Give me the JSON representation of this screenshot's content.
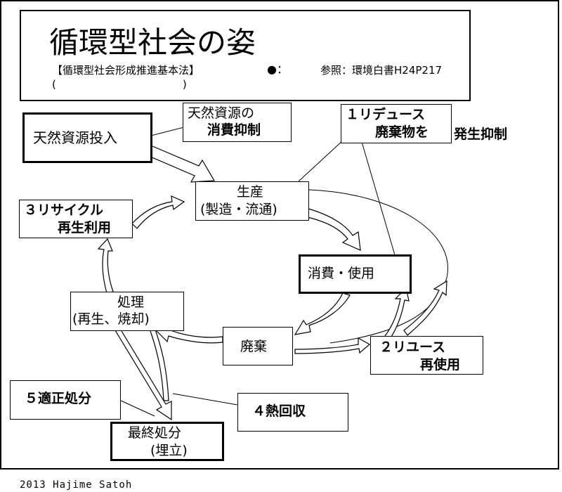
{
  "title": {
    "heading": "循環型社会の姿",
    "law": "【循環型社会形成推進基本法】",
    "bullet": "●：",
    "reference": "参照：環境白書H24P217",
    "paren": "(　　　　　　　　　　　　)"
  },
  "nodes": {
    "input": "天然資源投入",
    "resource_use_1": "天然資源の",
    "resource_use_2": "消費抑制",
    "reduce_1": "１リデュース",
    "reduce_2": "廃棄物を",
    "reduce_3": "発生抑制",
    "production_1": "生産",
    "production_2": "(製造・流通)",
    "recycle_1": "３リサイクル",
    "recycle_2": "再生利用",
    "consume": "消費・使用",
    "treatment_1": "処理",
    "treatment_2": "(再生、焼却)",
    "waste": "廃棄",
    "reuse_1": "２リユース",
    "reuse_2": "再使用",
    "disposal_label": "５適正処分",
    "heat_recovery": "４熱回収",
    "final_1": "最終処分",
    "final_2": "(埋立)"
  },
  "footer": "2013 Hajime Satoh"
}
